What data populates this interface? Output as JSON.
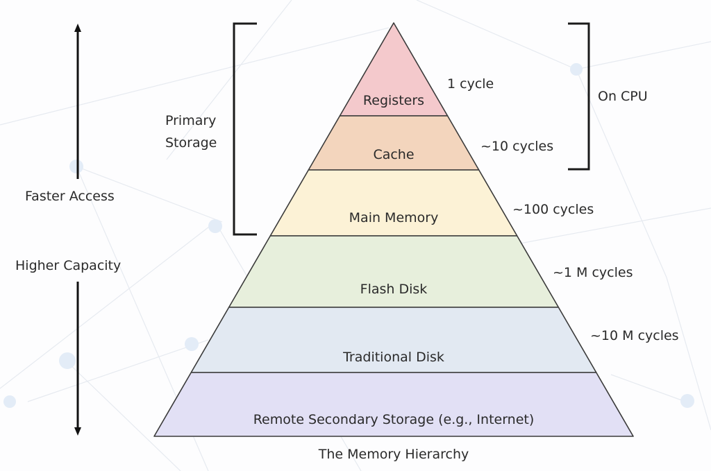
{
  "title": "The Memory Hierarchy",
  "left_axis": {
    "top_label": "Faster Access",
    "bottom_label": "Higher Capacity"
  },
  "brackets": {
    "primary": {
      "line1": "Primary",
      "line2": "Storage"
    },
    "on_cpu": "On CPU"
  },
  "layers": [
    {
      "name": "Registers",
      "latency": "1 cycle",
      "color": "#f4c9cc"
    },
    {
      "name": "Cache",
      "latency": "~10 cycles",
      "color": "#f3d5bd"
    },
    {
      "name": "Main Memory",
      "latency": "~100 cycles",
      "color": "#fcf2d6"
    },
    {
      "name": "Flash Disk",
      "latency": "~1 M cycles",
      "color": "#e7efdc"
    },
    {
      "name": "Traditional Disk",
      "latency": "~10 M cycles",
      "color": "#e2e9f2"
    },
    {
      "name": "Remote Secondary Storage (e.g., Internet)",
      "latency": "",
      "color": "#e2e0f5"
    }
  ]
}
